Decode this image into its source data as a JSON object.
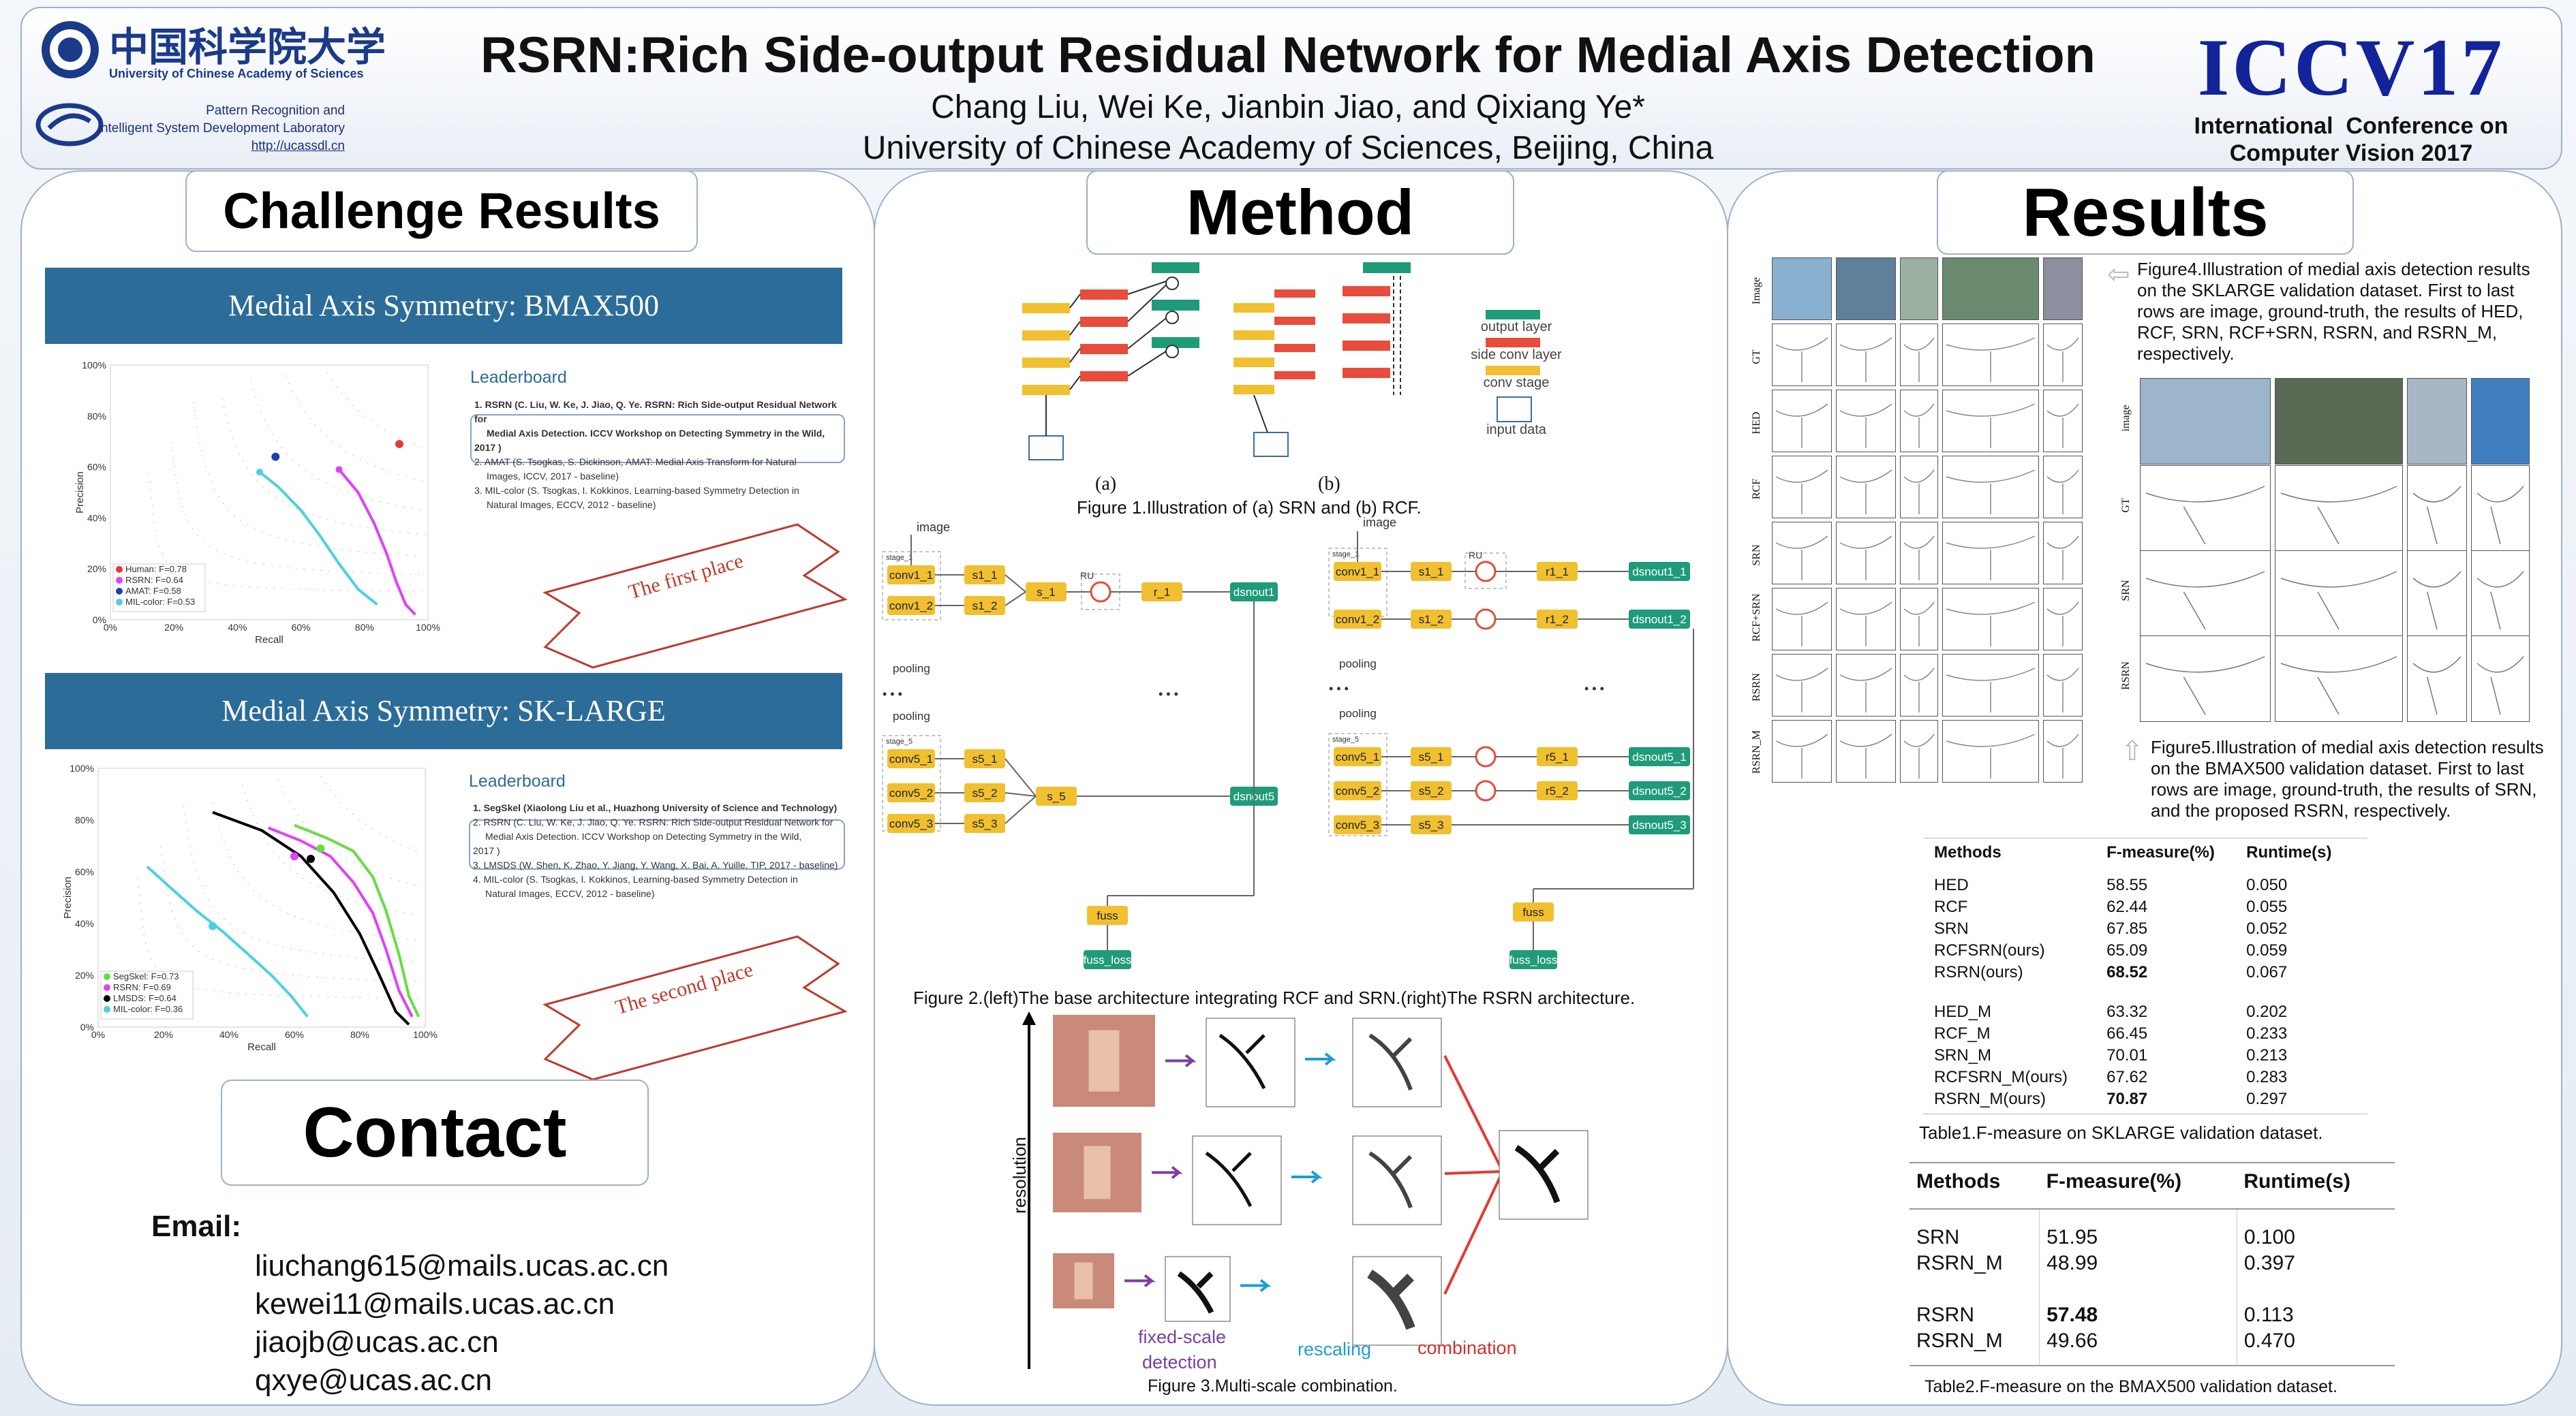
{
  "header": {
    "title": "RSRN:Rich Side-output Residual Network for Medial Axis Detection",
    "authors": "Chang Liu, Wei Ke, Jianbin Jiao, and Qixiang Ye*",
    "affiliation": "University of Chinese Academy of Sciences, Beijing, China",
    "ucas_cn": "中国科学院大学",
    "ucas_en": "University of Chinese Academy of Sciences",
    "lab_line1": "Pattern Recognition and",
    "lab_line2": "Intelligent System Development Laboratory",
    "lab_url": "http://ucassdl.cn",
    "iccv_logo": "ICCV17",
    "conf_line1": "International  Conference on",
    "conf_line2": "Computer Vision 2017"
  },
  "challenge": {
    "title": "Challenge Results",
    "chart1_banner": "Medial Axis Symmetry: BMAX500",
    "chart2_banner": "Medial Axis Symmetry: SK-LARGE",
    "leaderboard_label": "Leaderboard",
    "lb1": [
      "1. RSRN (C. Liu, W. Ke, J. Jiao, Q. Ye. RSRN: Rich Side-output Residual Network for",
      "Medial Axis Detection. ICCV Workshop on Detecting Symmetry in the Wild,",
      "2017 )",
      "2. AMAT (S. Tsogkas, S. Dickinson, AMAT: Medial Axis Transform for Natural",
      "Images, ICCV, 2017 - baseline)",
      "3. MIL-color (S. Tsogkas, I. Kokkinos, Learning-based Symmetry Detection in",
      "Natural Images, ECCV, 2012 - baseline)"
    ],
    "lb2": [
      "1. SegSkel (Xiaolong Liu et al., Huazhong University of Science and Technology)",
      "2. RSRN (C. Liu, W. Ke, J. Jiao, Q. Ye. RSRN: Rich Side-output Residual Network for",
      "Medial Axis Detection. ICCV Workshop on Detecting Symmetry in the Wild,",
      "2017 )",
      "3. LMSDS (W. Shen, K. Zhao, Y. Jiang, Y. Wang, X. Bai, A. Yuille. TIP, 2017 - baseline)",
      "4. MIL-color (S. Tsogkas, I. Kokkinos, Learning-based Symmetry Detection in",
      "Natural Images, ECCV, 2012 - baseline)"
    ],
    "ribbon1": "The first place",
    "ribbon2": "The second place"
  },
  "contact": {
    "title": "Contact",
    "email_label": "Email:",
    "emails": [
      "liuchang615@mails.ucas.ac.cn",
      "kewei11@mails.ucas.ac.cn",
      "jiaojb@ucas.ac.cn",
      "qxye@ucas.ac.cn"
    ]
  },
  "method": {
    "title": "Method",
    "fig1_a": "(a)",
    "fig1_b": "(b)",
    "legend": [
      "output layer",
      "side conv layer",
      "conv stage",
      "input data"
    ],
    "fig1_caption": "Figure 1.Illustration of (a) SRN and (b) RCF.",
    "fig2_caption": "Figure 2.(left)The base architecture integrating RCF and SRN.(right)The RSRN architecture.",
    "arch_labels": {
      "image": "image",
      "stage1": "stage_1",
      "stage5": "stage_5",
      "pooling": "pooling",
      "ru": "RU",
      "conv1_1": "conv1_1",
      "conv1_2": "conv1_2",
      "conv5_1": "conv5_1",
      "conv5_2": "conv5_2",
      "conv5_3": "conv5_3",
      "s1_1": "s1_1",
      "s1_2": "s1_2",
      "s_1": "s_1",
      "r_1": "r_1",
      "dsnout1": "dsnout1",
      "s5_1": "s5_1",
      "s5_2": "s5_2",
      "s5_3": "s5_3",
      "s_5": "s_5",
      "dsnout5": "dsnout5",
      "r1_1": "r1_1",
      "r1_2": "r1_2",
      "r5_1": "r5_1",
      "r5_2": "r5_2",
      "dsnout1_1": "dsnout1_1",
      "dsnout1_2": "dsnout1_2",
      "dsnout5_1": "dsnout5_1",
      "dsnout5_2": "dsnout5_2",
      "dsnout5_3": "dsnout5_3",
      "fuss": "fuss",
      "fuss_loss": "fuss_loss",
      "dots": "• • •"
    },
    "fig3_resolution": "resolution",
    "fig3_fixed1": "fixed-scale",
    "fig3_fixed2": "detection",
    "fig3_rescaling": "rescaling",
    "fig3_combination": "combination",
    "fig3_caption": "Figure 3.Multi-scale combination."
  },
  "results": {
    "title": "Results",
    "fig4_rows": [
      "Image",
      "GT",
      "HED",
      "RCF",
      "SRN",
      "RCF+SRN",
      "RSRN",
      "RSRN_M"
    ],
    "fig4_caption": "Figure4.Illustration of medial axis detection results on the SKLARGE validation dataset. First to last rows are image, ground-truth, the results of HED, RCF, SRN, RCF+SRN, RSRN, and RSRN_M, respectively.",
    "fig5_rows": [
      "image",
      "GT",
      "SRN",
      "RSRN"
    ],
    "fig5_caption": "Figure5.Illustration of medial axis detection results on the BMAX500 validation dataset. First to last rows are image, ground-truth, the results of SRN, and the proposed RSRN, respectively.",
    "table1": {
      "headers": [
        "Methods",
        "F-measure(%)",
        "Runtime(s)"
      ],
      "rows": [
        [
          "HED",
          "58.55",
          "0.050"
        ],
        [
          "RCF",
          "62.44",
          "0.055"
        ],
        [
          "SRN",
          "67.85",
          "0.052"
        ],
        [
          "RCFSRN(ours)",
          "65.09",
          "0.059"
        ],
        [
          "RSRN(ours)",
          "68.52",
          "0.067"
        ],
        [
          "HED_M",
          "63.32",
          "0.202"
        ],
        [
          "RCF_M",
          "66.45",
          "0.233"
        ],
        [
          "SRN_M",
          "70.01",
          "0.213"
        ],
        [
          "RCFSRN_M(ours)",
          "67.62",
          "0.283"
        ],
        [
          "RSRN_M(ours)",
          "70.87",
          "0.297"
        ]
      ],
      "caption": "Table1.F-measure on SKLARGE validation dataset."
    },
    "table2": {
      "headers": [
        "Methods",
        "F-measure(%)",
        "Runtime(s)"
      ],
      "rows": [
        [
          "SRN",
          "51.95",
          "0.100"
        ],
        [
          "RSRN_M",
          "48.99",
          "0.397"
        ],
        [
          "RSRN",
          "57.48",
          "0.113"
        ],
        [
          "RSRN_M",
          "49.66",
          "0.470"
        ]
      ],
      "caption": "Table2.F-measure on the BMAX500 validation dataset."
    }
  },
  "chart_data": [
    {
      "type": "line",
      "xlabel": "Recall",
      "ylabel": "Precision",
      "xlim": [
        0,
        100
      ],
      "ylim": [
        0,
        100
      ],
      "ticks": [
        "0%",
        "20%",
        "40%",
        "60%",
        "80%",
        "100%"
      ],
      "series": [
        {
          "name": "Human: F=0.78",
          "color": "#e53935",
          "points": [
            [
              91,
              69
            ]
          ]
        },
        {
          "name": "RSRN: F=0.64",
          "color": "#e040fb",
          "points": [
            [
              72,
              59
            ],
            [
              78,
              50
            ],
            [
              83,
              38
            ],
            [
              87,
              26
            ],
            [
              90,
              15
            ],
            [
              93,
              6
            ],
            [
              96,
              2
            ]
          ]
        },
        {
          "name": "AMAT: F=0.58",
          "color": "#1e40af",
          "points": [
            [
              52,
              64
            ]
          ]
        },
        {
          "name": "MIL-color: F=0.53",
          "color": "#4dd0e1",
          "points": [
            [
              47,
              58
            ],
            [
              53,
              52
            ],
            [
              60,
              43
            ],
            [
              66,
              33
            ],
            [
              72,
              22
            ],
            [
              78,
              12
            ],
            [
              84,
              6
            ]
          ]
        }
      ]
    },
    {
      "type": "line",
      "xlabel": "Recall",
      "ylabel": "Precision",
      "xlim": [
        0,
        100
      ],
      "ylim": [
        0,
        100
      ],
      "ticks": [
        "0%",
        "20%",
        "40%",
        "60%",
        "80%",
        "100%"
      ],
      "series": [
        {
          "name": "SegSkel: F=0.73",
          "color": "#66dd44",
          "points": [
            [
              60,
              78
            ],
            [
              70,
              73
            ],
            [
              78,
              68
            ],
            [
              84,
              58
            ],
            [
              88,
              45
            ],
            [
              92,
              28
            ],
            [
              95,
              12
            ],
            [
              98,
              4
            ]
          ]
        },
        {
          "name": "RSRN: F=0.69",
          "color": "#e040fb",
          "points": [
            [
              52,
              77
            ],
            [
              62,
              72
            ],
            [
              71,
              66
            ],
            [
              78,
              56
            ],
            [
              84,
              44
            ],
            [
              88,
              30
            ],
            [
              92,
              14
            ],
            [
              96,
              4
            ]
          ]
        },
        {
          "name": "LMSDS: F=0.64",
          "color": "#000000",
          "points": [
            [
              35,
              83
            ],
            [
              50,
              76
            ],
            [
              62,
              66
            ],
            [
              72,
              52
            ],
            [
              80,
              36
            ],
            [
              86,
              20
            ],
            [
              91,
              6
            ],
            [
              95,
              1
            ]
          ]
        },
        {
          "name": "MIL-color: F=0.36",
          "color": "#4dd0e1",
          "points": [
            [
              15,
              62
            ],
            [
              22,
              54
            ],
            [
              30,
              45
            ],
            [
              38,
              37
            ],
            [
              46,
              28
            ],
            [
              53,
              20
            ],
            [
              59,
              12
            ],
            [
              64,
              4
            ]
          ]
        }
      ],
      "markers": [
        [
          68,
          69,
          "#66dd44"
        ],
        [
          60,
          66,
          "#e040fb"
        ],
        [
          65,
          65,
          "#000000"
        ],
        [
          35,
          39,
          "#4dd0e1"
        ]
      ]
    }
  ]
}
